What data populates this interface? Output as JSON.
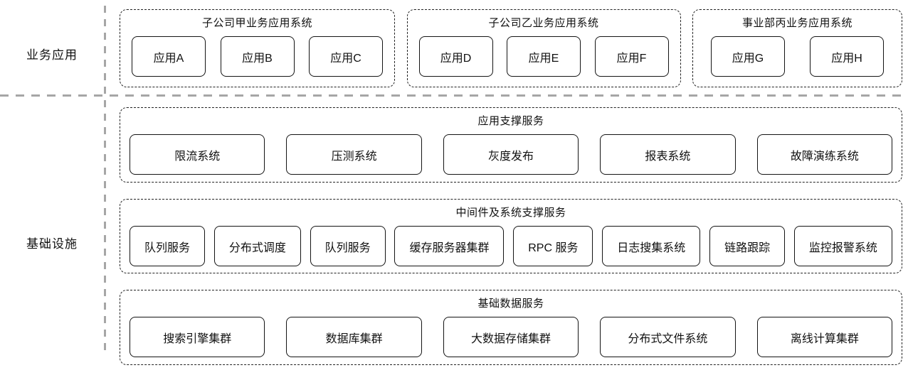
{
  "layers": {
    "business_label": "业务应用",
    "infrastructure_label": "基础设施"
  },
  "top_groups": [
    {
      "title": "子公司甲业务应用系统",
      "apps": [
        "应用A",
        "应用B",
        "应用C"
      ]
    },
    {
      "title": "子公司乙业务应用系统",
      "apps": [
        "应用D",
        "应用E",
        "应用F"
      ]
    },
    {
      "title": "事业部丙业务应用系统",
      "apps": [
        "应用G",
        "应用H"
      ]
    }
  ],
  "infra_groups": [
    {
      "title": "应用支撑服务",
      "items": [
        "限流系统",
        "压测系统",
        "灰度发布",
        "报表系统",
        "故障演练系统"
      ]
    },
    {
      "title": "中间件及系统支撑服务",
      "items": [
        "队列服务",
        "分布式调度",
        "队列服务",
        "缓存服务器集群",
        "RPC 服务",
        "日志搜集系统",
        "链路跟踪",
        "监控报警系统"
      ]
    },
    {
      "title": "基础数据服务",
      "items": [
        "搜索引擎集群",
        "数据库集群",
        "大数据存储集群",
        "分布式文件系统",
        "离线计算集群"
      ]
    }
  ],
  "colors": {
    "background": "#ffffff",
    "node_border": "#141414",
    "group_border": "#222222",
    "separator": "#a6a6a6",
    "text": "#111111"
  }
}
